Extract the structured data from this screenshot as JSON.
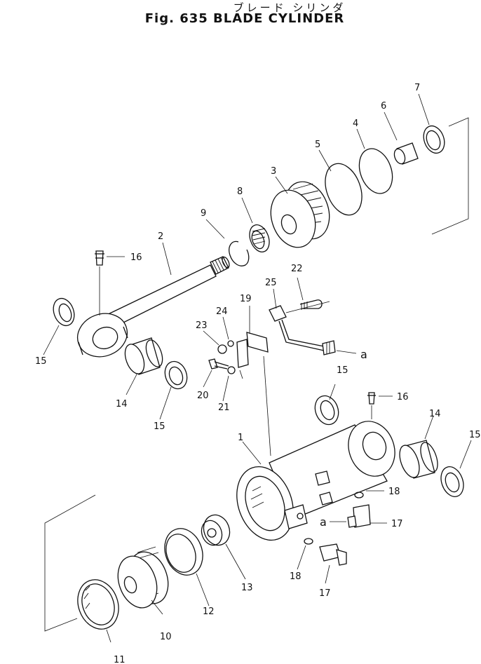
{
  "title": {
    "japanese": "ブレード シリンダ",
    "english": "Fig. 635 BLADE CYLINDER"
  },
  "callouts": [
    "1",
    "2",
    "3",
    "4",
    "5",
    "6",
    "7",
    "8",
    "9",
    "10",
    "11",
    "12",
    "13",
    "14",
    "14",
    "15",
    "15",
    "15",
    "15",
    "16",
    "16",
    "17",
    "17",
    "18",
    "18",
    "19",
    "20",
    "21",
    "22",
    "23",
    "24",
    "25",
    "a",
    "a"
  ]
}
